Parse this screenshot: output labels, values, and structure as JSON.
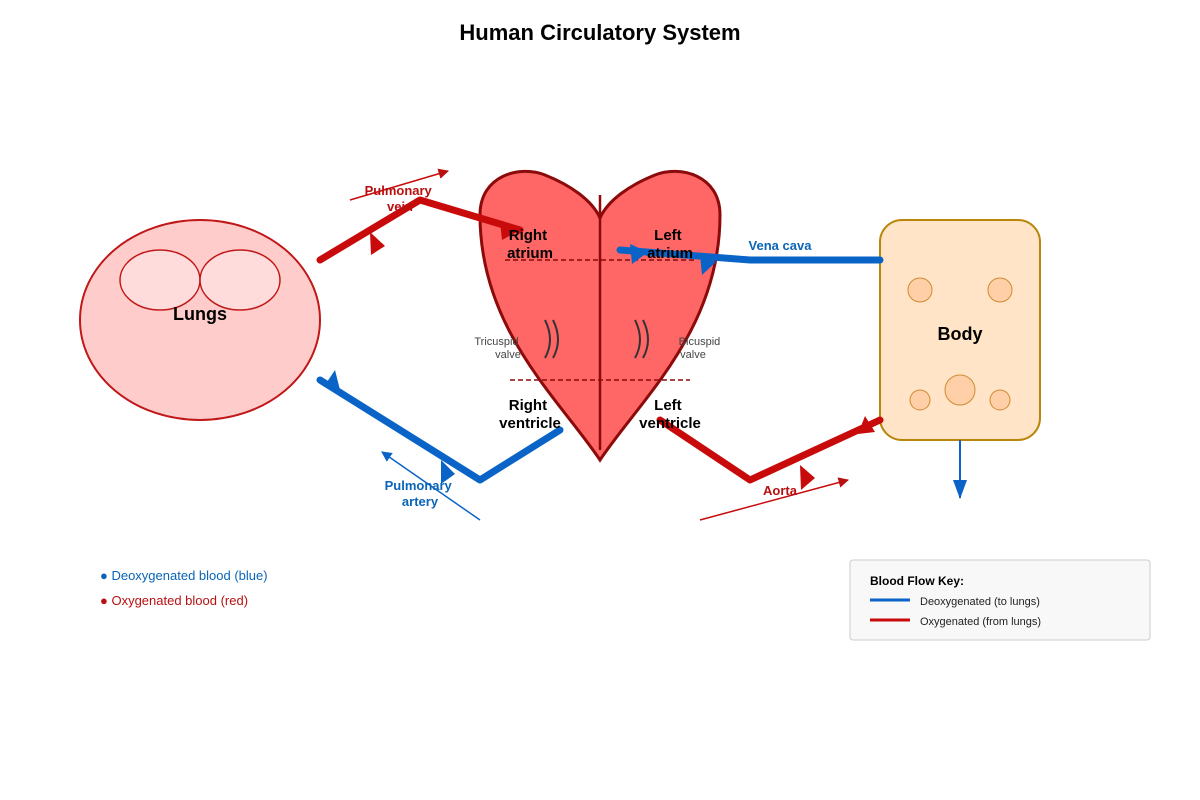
{
  "title": "Human Circulatory System",
  "organs": {
    "lungs": "Lungs",
    "body": "Body"
  },
  "heart": {
    "right_atrium": [
      "Right",
      "atrium"
    ],
    "left_atrium": [
      "Left",
      "atrium"
    ],
    "right_ventricle": [
      "Right",
      "ventricle"
    ],
    "left_ventricle": [
      "Left",
      "ventricle"
    ],
    "tricuspid_valve": [
      "Tricuspid",
      "valve"
    ],
    "bicuspid_valve": [
      "Bicuspid",
      "valve"
    ]
  },
  "vessels": {
    "pulmonary_vein": [
      "Pulmonary",
      "vein"
    ],
    "pulmonary_artery": [
      "Pulmonary",
      "artery"
    ],
    "vena_cava": "Vena cava",
    "aorta": "Aorta"
  },
  "notes": {
    "deoxygenated": "● Deoxygenated blood (blue)",
    "oxygenated": "● Oxygenated blood (red)"
  },
  "key": {
    "title": "Blood Flow Key:",
    "items": [
      {
        "label": "Deoxygenated (to lungs)",
        "color": "#0a64c8"
      },
      {
        "label": "Oxygenated (from lungs)",
        "color": "#c80a0a"
      }
    ]
  },
  "colors": {
    "oxygenated": "#c80a0a",
    "deoxygenated": "#0a64c8",
    "heart_fill": "#ff6666",
    "lungs_fill": "#ffcccc",
    "body_fill": "#ffe4c8"
  }
}
